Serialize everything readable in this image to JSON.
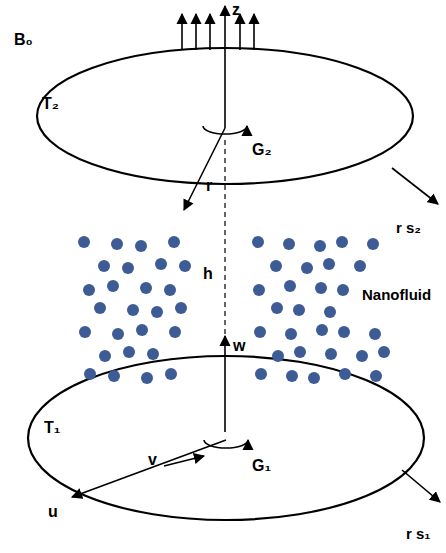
{
  "diagram": {
    "labels": [
      "z",
      "B₀",
      "T₂",
      "G₂",
      "r",
      "r s₂",
      "h",
      "Nanofluid",
      "w",
      "T₁",
      "G₁",
      "v",
      "u",
      "r s₁"
    ]
  }
}
